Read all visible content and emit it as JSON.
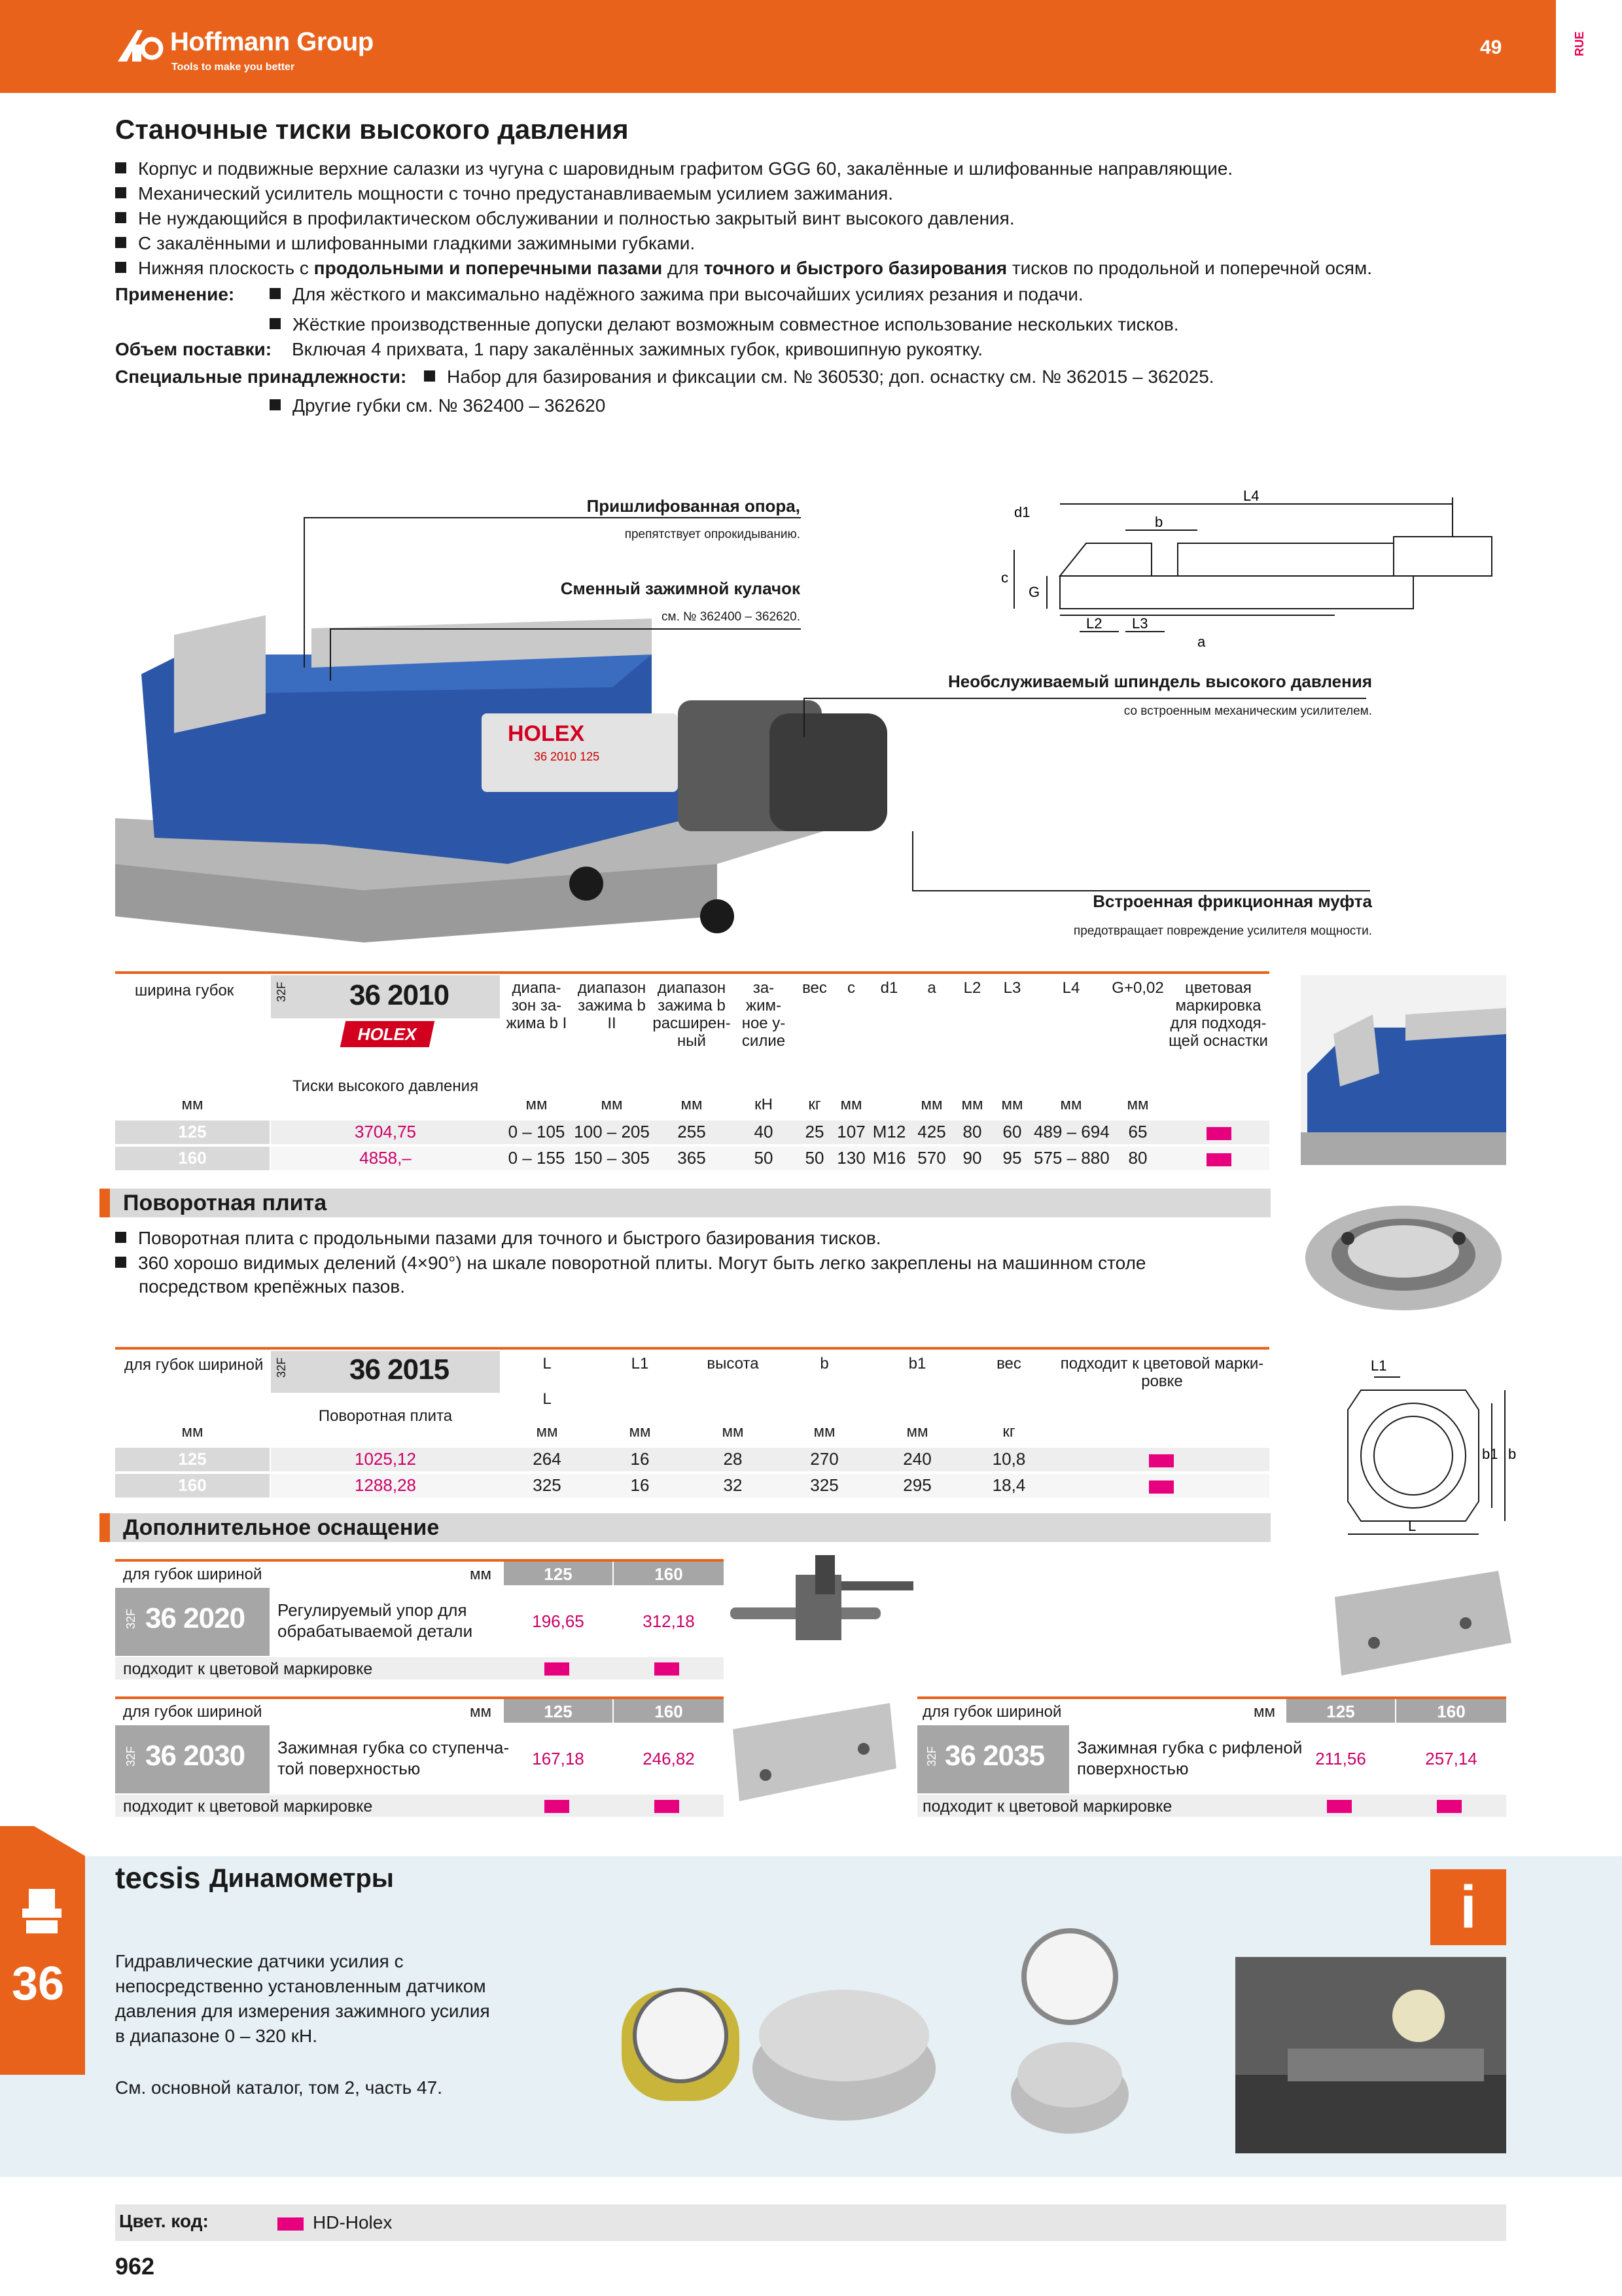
{
  "header": {
    "brand": "Hoffmann Group",
    "tagline": "Tools to make you better",
    "page_number": "49",
    "lang": "RUE"
  },
  "title": "Станочные тиски высокого давления",
  "features": [
    "Корпус и подвижные верхние салазки из чугуна с шаровидным графитом GGG 60, закалённые и шлифованные направляющие.",
    "Механический усилитель мощности с точно предустанавливаемым усилием зажимания.",
    "Не нуждающийся в профилактическом обслуживании и полностью закрытый винт высокого давления.",
    "С закалёнными и шлифованными гладкими зажимными губками."
  ],
  "feature5": {
    "a": "Нижняя плоскость с ",
    "b": "продольными и поперечными пазами",
    "c": " для ",
    "d": "точного и быстрого базирования",
    "e": " тисков по продольной и поперечной осям."
  },
  "application": {
    "label": "Применение:",
    "items": [
      "Для жёсткого и максимально надёжного зажима при высочайших усилиях резания и подачи.",
      "Жёсткие производственные допуски делают возможным совместное использование нескольких тисков."
    ]
  },
  "delivery": {
    "label": "Объем поставки:",
    "text": "Включая 4 прихвата, 1 пару закалённых зажимных губок, кривошипную рукоятку."
  },
  "accessories": {
    "label": "Специальные принадлежности:",
    "items": [
      "Набор для базирования и фиксации см. № 360530; доп. оснастку см. № 362015 – 362025.",
      "Другие губки см. № 362400 – 362620"
    ]
  },
  "callouts": {
    "c1_title": "Пришлифованная опора,",
    "c1_sub": "препятствует опрокидыванию.",
    "c2_title": "Сменный зажимной кулачок",
    "c2_sub": "см. № 362400 – 362620.",
    "c3_title": "Необслуживаемый шпиндель высокого давления",
    "c3_sub": "со встроенным механическим усилителем.",
    "c4_title": "Встроенная фрикционная муфта",
    "c4_sub": "предотвращает повреждение усилителя мощности."
  },
  "drawing_labels": {
    "d1": "d1",
    "b": "b",
    "L4": "L4",
    "c": "c",
    "G": "G",
    "L2": "L2",
    "L3": "L3",
    "a": "a"
  },
  "photo_labels": {
    "holex": "HOLEX",
    "model": "36 2010 125",
    "plate_label_L1": "L1",
    "plate_label_b1": "b1",
    "plate_label_b": "b",
    "plate_label_L": "L"
  },
  "table1": {
    "col_width": "ширина губок",
    "code": "32F",
    "article": "36 2010",
    "brand_badge": "HOLEX",
    "product": "Тиски высокого давления",
    "headers": [
      "диапа-\nзон за-\nжима b I",
      "диапазон\nзажима b\nII",
      "диапазон\nзажима b\nрасширен-\nный",
      "за-\nжим-\nное у-\nсилие",
      "вес",
      "c",
      "d1",
      "a",
      "L2",
      "L3",
      "L4",
      "G+0,02",
      "цветовая\nмаркировка\nдля подходя-\nщей оснастки"
    ],
    "units": [
      "мм",
      "мм",
      "мм",
      "мм",
      "кН",
      "кг",
      "мм",
      "",
      "мм",
      "мм",
      "мм",
      "мм",
      "мм"
    ],
    "rows": [
      {
        "w": "125",
        "price": "3704,75",
        "v": [
          "0 – 105",
          "100 – 205",
          "255",
          "40",
          "25",
          "107",
          "M12",
          "425",
          "80",
          "60",
          "489 – 694",
          "65"
        ]
      },
      {
        "w": "160",
        "price": "4858,–",
        "v": [
          "0 – 155",
          "150 – 305",
          "365",
          "50",
          "50",
          "130",
          "M16",
          "570",
          "90",
          "95",
          "575 – 880",
          "80"
        ]
      }
    ]
  },
  "section2": {
    "title": "Поворотная плита",
    "bullets": [
      "Поворотная плита с продольными пазами для точного и быстрого базирования тисков.",
      "360 хорошо видимых делений (4×90°) на шкале поворотной плиты. Могут быть легко закреплены на машинном столе",
      "посредством крепёжных пазов."
    ]
  },
  "table2": {
    "col_width": "для губок шириной",
    "code": "32F",
    "article": "36 2015",
    "product": "Поворотная плита",
    "headers": [
      "L\n\nL",
      "L1",
      "высота",
      "b",
      "b1",
      "вес",
      "подходит к цветовой марки-\nровке"
    ],
    "units": [
      "мм",
      "мм",
      "мм",
      "мм",
      "мм",
      "мм",
      "кг"
    ],
    "rows": [
      {
        "w": "125",
        "price": "1025,12",
        "v": [
          "264",
          "16",
          "28",
          "270",
          "240",
          "10,8"
        ]
      },
      {
        "w": "160",
        "price": "1288,28",
        "v": [
          "325",
          "16",
          "32",
          "325",
          "295",
          "18,4"
        ]
      }
    ]
  },
  "section3": {
    "title": "Дополнительное оснащение"
  },
  "acc": {
    "for_width": "для губок шириной",
    "unit": "мм",
    "w1": "125",
    "w2": "160",
    "fits": "подходит к цветовой маркировке",
    "code": "32F",
    "a1": {
      "article": "36 2020",
      "name": "Регулируемый упор для\nобрабатываемой детали",
      "p1": "196,65",
      "p2": "312,18"
    },
    "a2": {
      "article": "36 2030",
      "name": "Зажимная губка со ступенча-\nтой поверхностью",
      "p1": "167,18",
      "p2": "246,82"
    },
    "a3": {
      "article": "36 2035",
      "name": "Зажимная губка с рифленой\nповерхностью",
      "p1": "211,56",
      "p2": "257,14"
    }
  },
  "tecsis": {
    "brand": "tecsis",
    "title": "Динамометры",
    "info_icon": "i",
    "text": "Гидравлические датчики усилия с\nнепосредственно установленным датчиком\nдавления для измерения зажимного усилия\nв диапазоне 0 – 320 кН.",
    "ref": "См. основной каталог, том 2, часть 47."
  },
  "tab": {
    "number": "36"
  },
  "legend": {
    "label": "Цвет. код:",
    "item": "HD-Holex"
  },
  "footer_page": "962",
  "colors": {
    "orange": "#e8621c",
    "magenta": "#e6007e",
    "price": "#cc0066",
    "grey": "#d9d9d9"
  }
}
